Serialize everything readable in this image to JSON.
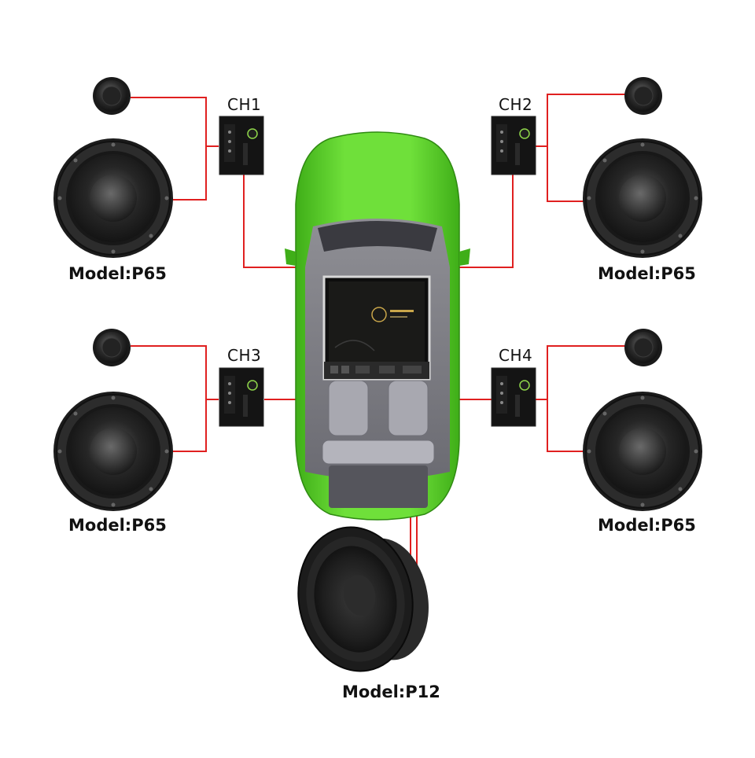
{
  "channels": {
    "ch1": "CH1",
    "ch2": "CH2",
    "ch3": "CH3",
    "ch4": "CH4"
  },
  "speakers": {
    "front_left_model": "Model:P65",
    "front_right_model": "Model:P65",
    "rear_left_model": "Model:P65",
    "rear_right_model": "Model:P65",
    "subwoofer_model": "Model:P12"
  },
  "colors": {
    "wire": "#e02020",
    "car_body": "#5ad22a",
    "speaker": "#2a2a2a"
  },
  "icons": {
    "tweeter": "tweeter-icon",
    "woofer": "woofer-icon",
    "crossover": "crossover-icon",
    "amplifier": "amplifier-icon",
    "subwoofer": "subwoofer-icon",
    "car": "car-icon"
  }
}
